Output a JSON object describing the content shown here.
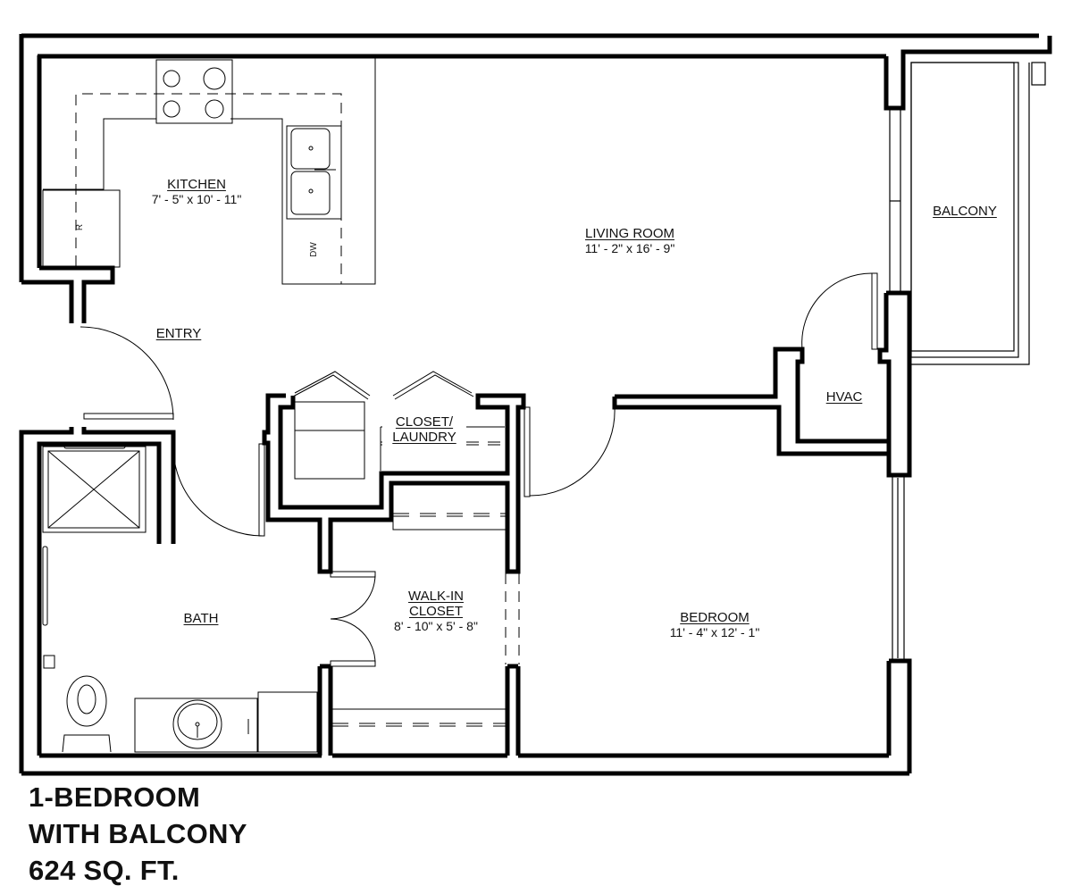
{
  "plan": {
    "unit_type": "1-BEDROOM",
    "subtitle": "WITH BALCONY",
    "area": "624 SQ. FT.",
    "line_color": "#000000",
    "background": "#ffffff"
  },
  "rooms": {
    "kitchen": {
      "name": "KITCHEN",
      "dims": "7' - 5\" x 10' - 11\""
    },
    "living_room": {
      "name": "LIVING ROOM",
      "dims": "11' - 2\" x 16' - 9\""
    },
    "balcony": {
      "name": "BALCONY"
    },
    "entry": {
      "name": "ENTRY"
    },
    "hvac": {
      "name": "HVAC"
    },
    "closet_laundry": {
      "name_line1": "CLOSET/",
      "name_line2": "LAUNDRY"
    },
    "walk_in_closet": {
      "name_line1": "WALK-IN",
      "name_line2": "CLOSET",
      "dims": "8' - 10\" x 5' - 8\""
    },
    "bath": {
      "name": "BATH"
    },
    "bedroom": {
      "name": "BEDROOM",
      "dims": "11' - 4\" x 12' - 1\""
    }
  },
  "fixtures": {
    "refrigerator": "R",
    "dishwasher": "DW"
  }
}
